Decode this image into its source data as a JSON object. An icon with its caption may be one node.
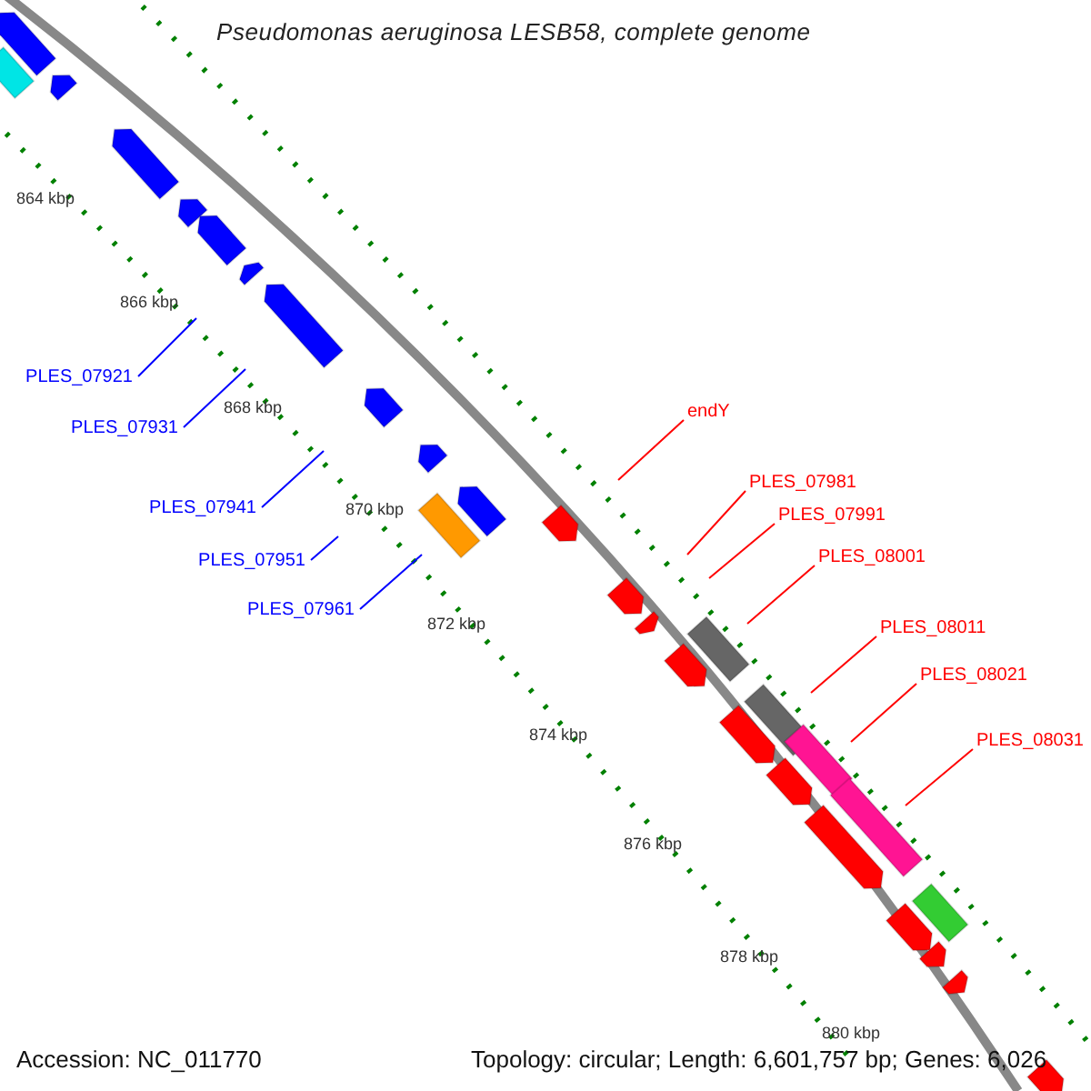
{
  "diagram": {
    "title": "Pseudomonas aeruginosa LESB58, complete genome",
    "nodes": [
      {
        "text": [
          "PLES_07921"
        ]
      },
      {
        "text": [
          "PLES_07931"
        ]
      },
      {
        "text": [
          "PLES_07941"
        ]
      },
      {
        "text": [
          "PLES_07951"
        ]
      },
      {
        "text": [
          "PLES_07961"
        ]
      },
      {
        "text": [
          "endY"
        ]
      },
      {
        "text": [
          "PLES_07981"
        ]
      },
      {
        "text": [
          "PLES_07991"
        ]
      },
      {
        "text": [
          "PLES_08001"
        ]
      },
      {
        "text": [
          "PLES_08011"
        ]
      },
      {
        "text": [
          "PLES_08021"
        ]
      },
      {
        "text": [
          "PLES_08031"
        ]
      }
    ],
    "edges": [
      {
        "from": 0,
        "to": null,
        "arrow": "none",
        "color": "#0000ff"
      },
      {
        "from": 1,
        "to": null,
        "arrow": "none",
        "color": "#0000ff"
      },
      {
        "from": 2,
        "to": null,
        "arrow": "none",
        "color": "#0000ff"
      },
      {
        "from": 3,
        "to": null,
        "arrow": "none",
        "color": "#0000ff"
      },
      {
        "from": 4,
        "to": null,
        "arrow": "none",
        "color": "#0000ff"
      },
      {
        "from": 5,
        "to": null,
        "arrow": "none"
      },
      {
        "from": 6,
        "to": null,
        "arrow": "none"
      },
      {
        "from": 7,
        "to": null,
        "arrow": "none"
      },
      {
        "from": 8,
        "to": null,
        "arrow": "none"
      },
      {
        "from": 9,
        "to": null,
        "arrow": "none"
      },
      {
        "from": 10,
        "to": null,
        "arrow": "none"
      },
      {
        "from": 11,
        "to": null,
        "arrow": "none"
      }
    ],
    "labels": [
      "864 kbp",
      "866 kbp",
      "868 kbp",
      "870 kbp",
      "872 kbp",
      "874 kbp",
      "876 kbp",
      "878 kbp",
      "880 kbp",
      "Accession: NC_011770",
      "Topology: circular; Length: 6,601,757 bp; Genes: 6,026"
    ]
  }
}
